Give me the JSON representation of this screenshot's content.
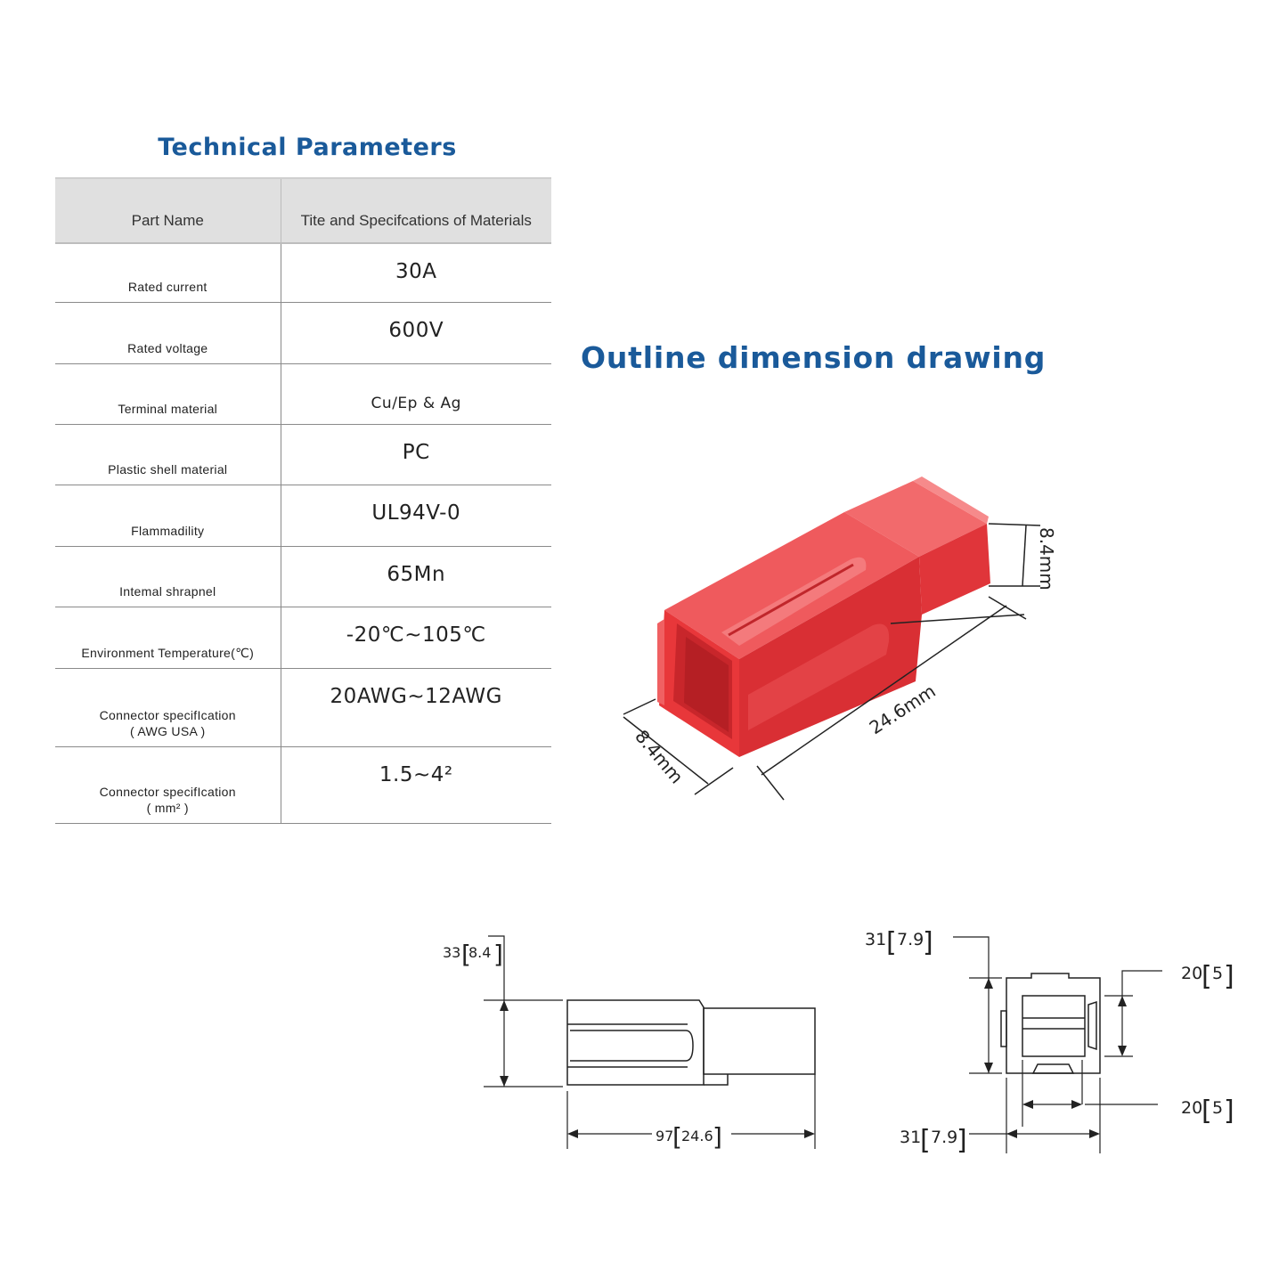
{
  "technical_parameters": {
    "title": "Technical Parameters",
    "header": {
      "part_name": "Part Name",
      "spec": "Tite and Specifcations of Materials"
    },
    "rows": [
      {
        "name": "Rated current",
        "value": "30A"
      },
      {
        "name": "Rated voltage",
        "value": "600V"
      },
      {
        "name": "Terminal material",
        "value": "Cu/Ep & Ag"
      },
      {
        "name": "Plastic shell material",
        "value": "PC"
      },
      {
        "name": "Flammadility",
        "value": "UL94V-0"
      },
      {
        "name": "Intemal shrapnel",
        "value": "65Mn"
      },
      {
        "name": "Environment Temperature(℃)",
        "value": "-20℃~105℃"
      },
      {
        "name": "Connector specifIcation",
        "name2": "( AWG USA )",
        "value": "20AWG~12AWG"
      },
      {
        "name": "Connector specifIcation",
        "name2": "( mm² )",
        "value": "1.5~4²"
      }
    ]
  },
  "outline": {
    "title": "Outline dimension drawing",
    "dims_3d": {
      "height": "8.4mm",
      "length": "24.6mm",
      "width": "8.4mm"
    },
    "side_view": {
      "height_main": "33",
      "height_sub": "8.4",
      "length_main": "97",
      "length_sub": "24.6"
    },
    "front_view": {
      "top_left_main": "31",
      "top_left_sub": "7.9",
      "right_top_main": "20",
      "right_top_sub": "5",
      "right_bottom_main": "20",
      "right_bottom_sub": "5",
      "bottom_main": "31",
      "bottom_sub": "7.9"
    }
  },
  "colors": {
    "heading": "#1a5a9a",
    "connector_red": "#e8373a",
    "header_gray": "#e0e0e0"
  }
}
